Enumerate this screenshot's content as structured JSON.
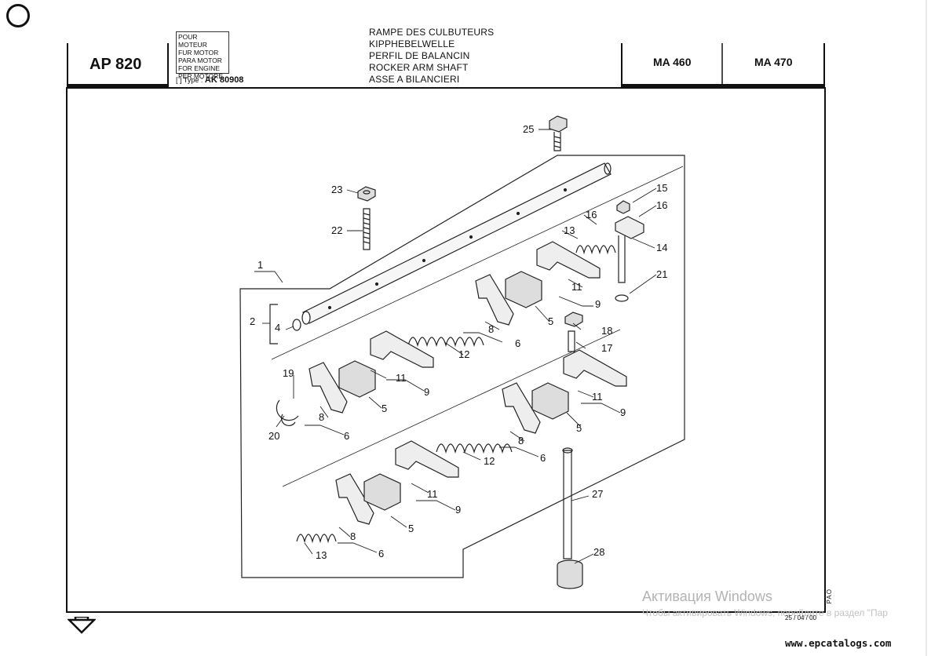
{
  "header": {
    "model": "AP 820",
    "engine_box_lines": [
      "POUR MOTEUR",
      "FUR MOTOR",
      "PARA MOTOR",
      "FOR ENGINE",
      "PER MOTORE"
    ],
    "type_label": "Type :",
    "type_value": "AK 80908",
    "titles": [
      "RAMPE DES CULBUTEURS",
      "KIPPHEBELWELLE",
      "PERFIL DE BALANCIN",
      "ROCKER ARM SHAFT",
      "ASSE A BILANCIERI"
    ],
    "ma_left": "MA 460",
    "ma_right": "MA 470"
  },
  "callouts": [
    "25",
    "23",
    "22",
    "1",
    "2",
    "4",
    "15",
    "16",
    "16",
    "13",
    "14",
    "21",
    "11",
    "9",
    "18",
    "5",
    "8",
    "6",
    "17",
    "12",
    "19",
    "11",
    "9",
    "20",
    "8",
    "6",
    "5",
    "11",
    "9",
    "8",
    "5",
    "12",
    "6",
    "11",
    "9",
    "27",
    "8",
    "5",
    "28",
    "13",
    "6"
  ],
  "footer": {
    "date": "25 / 04 / 00",
    "pao": "PAO",
    "site": "www.epcatalogs.com",
    "watermark_title": "Активация Windows",
    "watermark_sub": "Чтобы активировать Windows, перейдите в раздел \"Пар"
  }
}
